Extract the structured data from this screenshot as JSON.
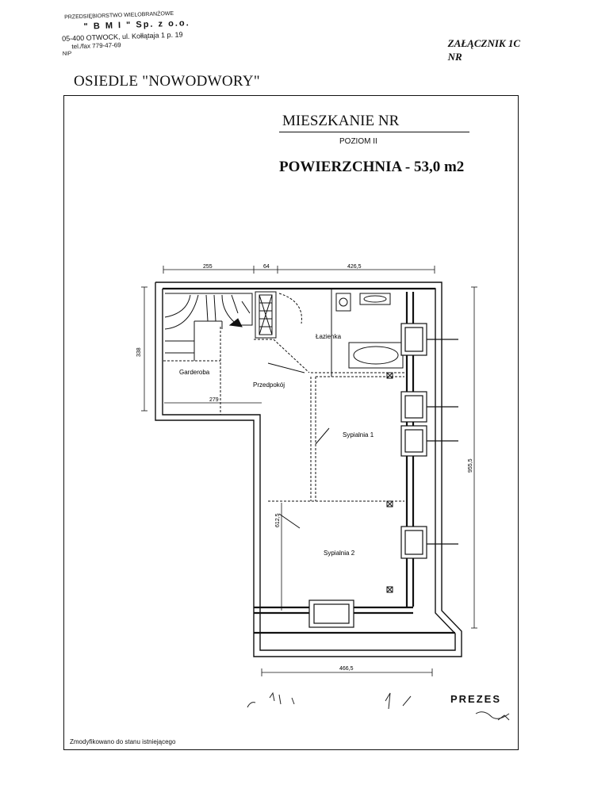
{
  "stamp": {
    "company": "PRZEDSIĘBIORSTWO WIELOBRANŻOWE",
    "name": "\" B M I \"  Sp. z o.o.",
    "address": "05-400 OTWOCK, ul. Kołłątaja 1 p. 19",
    "tel": "tel./fax     779-47-69",
    "nip": "NIP"
  },
  "header": {
    "attachment": "ZAŁĄCZNIK 1C",
    "number": "NR"
  },
  "estate_title": "OSIEDLE \"NOWODWORY\"",
  "title": {
    "apartment": "MIESZKANIE NR",
    "level": "POZIOM II",
    "area": "POWIERZCHNIA  - 53,0  m2"
  },
  "rooms": {
    "bathroom": "Łazienka",
    "wardrobe": "Garderoba",
    "hallway": "Przedpokój",
    "bedroom1": "Sypialnia 1",
    "bedroom2": "Sypialnia 2"
  },
  "dimensions": {
    "top1": "255",
    "top2": "64",
    "top3": "426,5",
    "left": "338",
    "wardrobe_width": "279",
    "right": "955,5",
    "inner": "612,5",
    "bottom": "466,5"
  },
  "signature": {
    "prezes": "PREZES"
  },
  "footer": {
    "note": "Zmodyfikowano do stanu istniejącego"
  }
}
